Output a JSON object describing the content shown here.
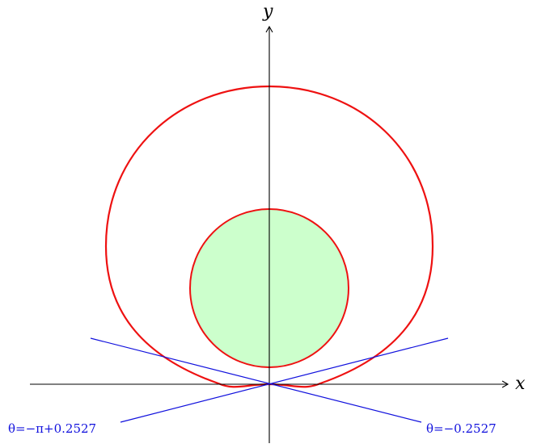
{
  "diagram": {
    "axes": {
      "x_label": "x",
      "y_label": "y"
    },
    "inner_circle": {
      "stroke": "#ee1111",
      "fill": "#ccffcc"
    },
    "outer_curve": {
      "stroke": "#ee1111"
    },
    "tangent_lines": {
      "color": "#1010dd",
      "left_label": "θ=−π+0.2527",
      "right_label": "θ=−0.2527"
    }
  }
}
